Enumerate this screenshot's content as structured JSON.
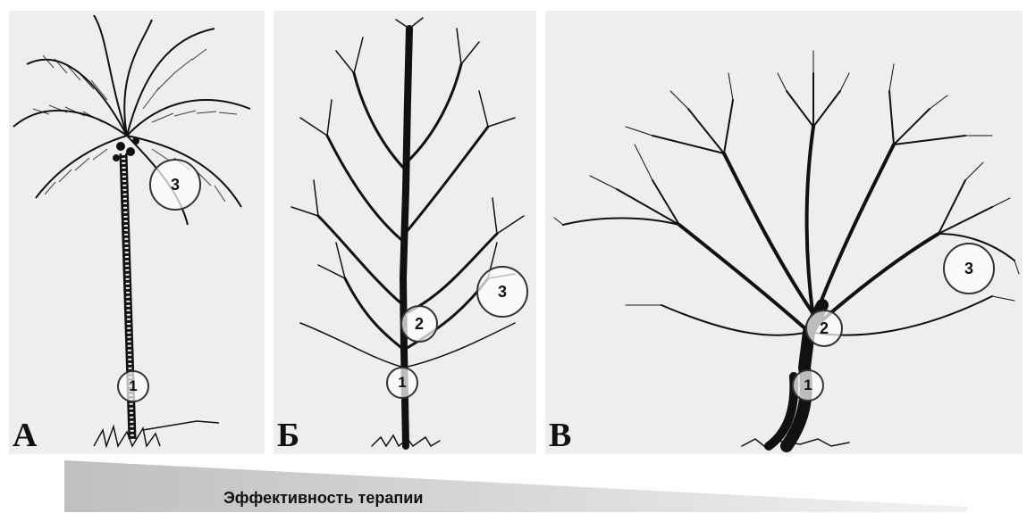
{
  "panels": [
    {
      "letter": "А",
      "markers": [
        "1",
        "3"
      ]
    },
    {
      "letter": "Б",
      "markers": [
        "1",
        "2",
        "3"
      ]
    },
    {
      "letter": "В",
      "markers": [
        "1",
        "2",
        "3"
      ]
    }
  ],
  "gradient_bar": {
    "label": "Эффективность терапии"
  },
  "colors": {
    "panel_bg": "#eeeeee",
    "ink": "#111111",
    "bar_dark": "#bfbfbf",
    "bar_light": "#f2f2f2"
  }
}
